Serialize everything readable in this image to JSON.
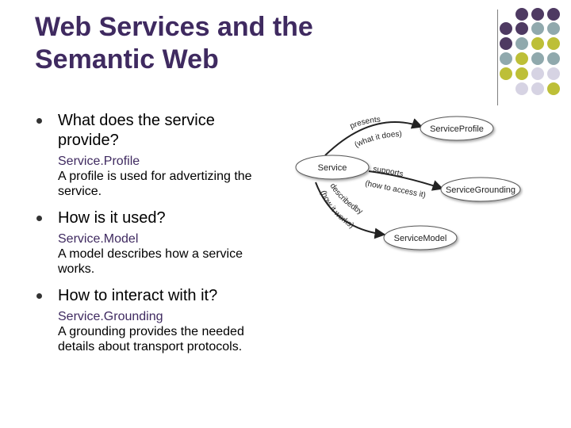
{
  "slide": {
    "title_line1": "Web Services and the",
    "title_line2": "Semantic Web"
  },
  "bullets": [
    {
      "question_line1": "What does the service",
      "question_line2": "provide?",
      "sub_title": "Service.Profile",
      "desc_line1": "A profile is used for advertizing the",
      "desc_line2": "service."
    },
    {
      "question_line1": "How is it used?",
      "question_line2": "",
      "sub_title": "Service.Model",
      "desc_line1": "A model describes how a service",
      "desc_line2": "works."
    },
    {
      "question_line1": "How to interact with it?",
      "question_line2": "",
      "sub_title": "Service.Grounding",
      "desc_line1": "A grounding provides the needed",
      "desc_line2": "details about transport protocols."
    }
  ],
  "diagram": {
    "node_service": "Service",
    "node_profile": "ServiceProfile",
    "node_grounding": "ServiceGrounding",
    "node_model": "ServiceModel",
    "edge_presents": "presents",
    "edge_presents_note": "(what it does)",
    "edge_supports": "supports",
    "edge_supports_note": "(how to access it)",
    "edge_describedby": "describedby",
    "edge_describedby_note": "(how it works)"
  },
  "colors": {
    "title": "#3f2a60",
    "dot_purple": "#4e3a62",
    "dot_teal": "#90a9ad",
    "dot_olive": "#bdbf37",
    "dot_lavender": "#d6d3e3"
  }
}
